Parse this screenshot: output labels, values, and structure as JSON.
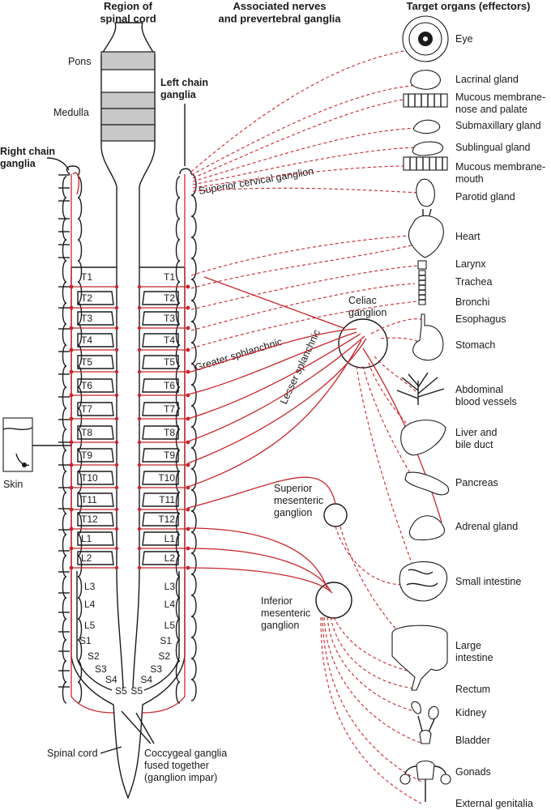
{
  "headers": {
    "region": "Region of\nspinal cord",
    "nerves": "Associated nerves\nand prevertebral ganglia",
    "targets": "Target organs (effectors)"
  },
  "labels": {
    "pons": "Pons",
    "medulla": "Medulla",
    "left_chain": "Left chain\nganglia",
    "right_chain": "Right chain\nganglia",
    "superior_cervical": "Superior cervical ganglion",
    "greater_splanchnic": "Greater sphlanchnic",
    "lesser_splanchnic": "Lesser splanchnic",
    "celiac": "Celiac\nganglion",
    "superior_mesenteric": "Superior\nmesenteric\nganglion",
    "inferior_mesenteric": "Inferior\nmesenteric\nganglion",
    "skin": "Skin",
    "spinal_cord": "Spinal cord",
    "coccygeal": "Coccygeal ganglia\nfused together\n(ganglion impar)"
  },
  "segments": {
    "boxed": [
      "T1",
      "T2",
      "T3",
      "T4",
      "T5",
      "T6",
      "T7",
      "T8",
      "T9",
      "T10",
      "T11",
      "T12",
      "L1",
      "L2"
    ],
    "plain_left": [
      "L3",
      "L4",
      "L5",
      "S1",
      "S2",
      "S3",
      "S4",
      "S5"
    ],
    "plain_right": [
      "L3",
      "L4",
      "L5",
      "S1",
      "S2",
      "S3",
      "S4",
      "S5"
    ]
  },
  "organs": [
    {
      "id": "eye",
      "name": "Eye"
    },
    {
      "id": "lacrimal",
      "name": "Lacrinal gland"
    },
    {
      "id": "mucous-nose",
      "name": "Mucous membrane-\nnose and palate"
    },
    {
      "id": "submaxillary",
      "name": "Submaxillary gland"
    },
    {
      "id": "sublingual",
      "name": "Sublingual gland"
    },
    {
      "id": "mucous-mouth",
      "name": "Mucous membrane-\nmouth"
    },
    {
      "id": "parotid",
      "name": "Parotid gland"
    },
    {
      "id": "heart",
      "name": "Heart"
    },
    {
      "id": "larynx",
      "name": "Larynx"
    },
    {
      "id": "trachea",
      "name": "Trachea"
    },
    {
      "id": "bronchi",
      "name": "Bronchi"
    },
    {
      "id": "esophagus",
      "name": "Esophagus"
    },
    {
      "id": "stomach",
      "name": "Stomach"
    },
    {
      "id": "abdominal-vessels",
      "name": "Abdominal\nblood vessels"
    },
    {
      "id": "liver",
      "name": "Liver and\nbile duct"
    },
    {
      "id": "pancreas",
      "name": "Pancreas"
    },
    {
      "id": "adrenal",
      "name": "Adrenal gland"
    },
    {
      "id": "small-intestine",
      "name": "Small intestine"
    },
    {
      "id": "large-intestine",
      "name": "Large\nintestine"
    },
    {
      "id": "rectum",
      "name": "Rectum"
    },
    {
      "id": "kidney",
      "name": "Kidney"
    },
    {
      "id": "bladder",
      "name": "Bladder"
    },
    {
      "id": "gonads",
      "name": "Gonads"
    },
    {
      "id": "genitalia",
      "name": "External genitalia"
    }
  ],
  "colors": {
    "nerve": "#c8262c",
    "outline": "#1a1a1a",
    "band": "#c8c8c8"
  }
}
